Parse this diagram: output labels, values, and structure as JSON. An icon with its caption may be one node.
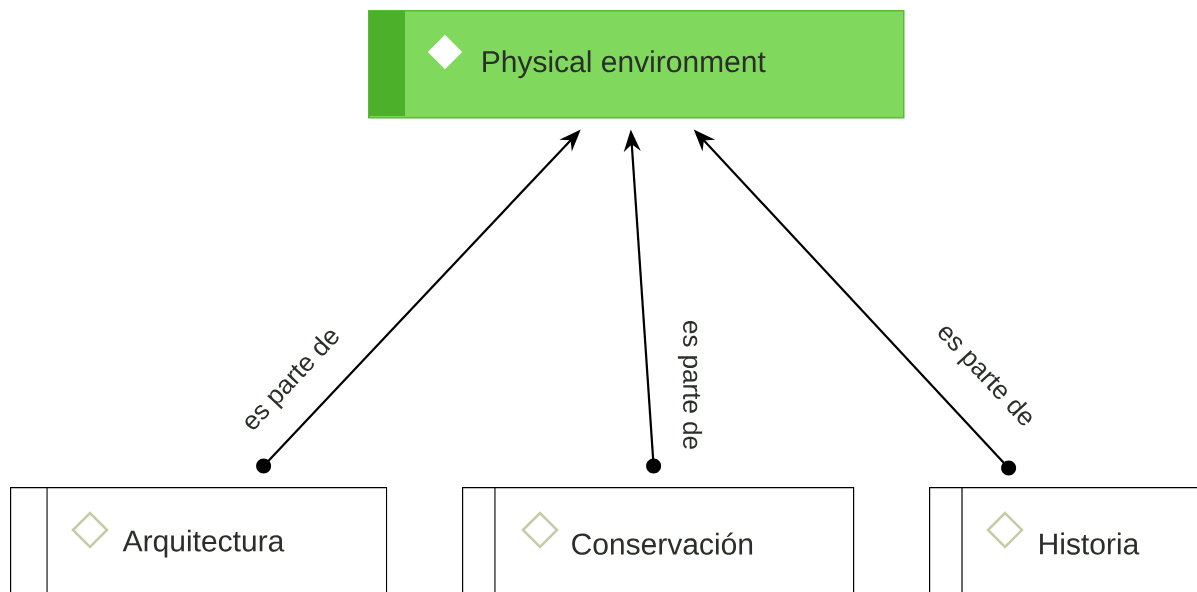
{
  "diagram": {
    "nodes": [
      {
        "text": [
          "Physical environment"
        ]
      },
      {
        "text": [
          "Arquitectura"
        ]
      },
      {
        "text": [
          "Conservación"
        ]
      },
      {
        "text": [
          "Historia"
        ]
      }
    ],
    "edges": [
      {
        "from": 1,
        "to": 0,
        "arrow": "to",
        "label": "es parte de"
      },
      {
        "from": 2,
        "to": 0,
        "arrow": "to",
        "label": "es parte de"
      },
      {
        "from": 3,
        "to": 0,
        "arrow": "to",
        "label": "es parte de"
      }
    ]
  }
}
